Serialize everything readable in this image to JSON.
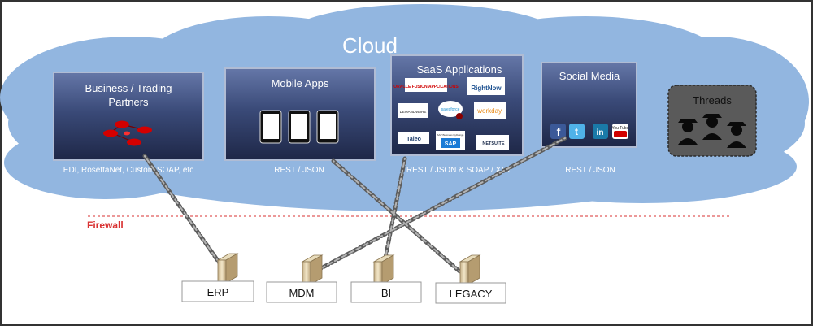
{
  "diagram": {
    "cloud_label": "Cloud",
    "firewall_label": "Firewall",
    "colors": {
      "cloud_fill": "#92b6e0",
      "panel_fill_top": "#5d6fa0",
      "panel_fill_bottom": "#202a4a",
      "firewall": "#d93232",
      "chain": "#6b6b6b",
      "threats_box": "#5a5a5a"
    },
    "panels": [
      {
        "id": "business",
        "title_line1": "Business / Trading",
        "title_line2": "Partners",
        "caption": "EDI, RosettaNet, Custom SOAP, etc",
        "content_icon": "trading-partner-network-icon"
      },
      {
        "id": "mobile",
        "title_line1": "Mobile Apps",
        "caption": "REST / JSON",
        "content_icon": "mobile-device-icon"
      },
      {
        "id": "saas",
        "title_line1": "SaaS Applications",
        "caption": "REST / JSON & SOAP / XML",
        "logos": [
          "ORACLE FUSION APPLICATIONS",
          "RightNow",
          "DEMANDWARE",
          "salesforce",
          "workday.",
          "Taleo",
          "SAP Business ByDesign",
          "SAP",
          "NETSUITE"
        ]
      },
      {
        "id": "social",
        "title_line1": "Social Media",
        "caption": "REST / JSON",
        "icons": [
          "f",
          "t",
          "in",
          "You Tube"
        ]
      }
    ],
    "threats": {
      "label": "Threads",
      "icon": "hacker-icon"
    },
    "servers": [
      {
        "id": "erp",
        "label": "ERP"
      },
      {
        "id": "mdm",
        "label": "MDM"
      },
      {
        "id": "bi",
        "label": "BI"
      },
      {
        "id": "legacy",
        "label": "LEGACY"
      }
    ]
  }
}
